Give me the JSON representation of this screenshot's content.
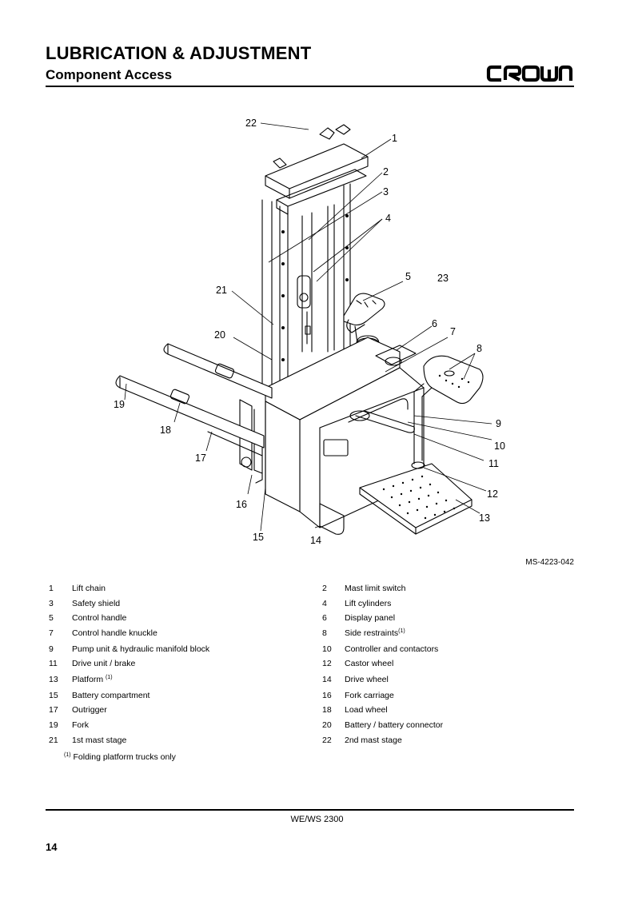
{
  "header": {
    "title": "LUBRICATION & ADJUSTMENT",
    "subtitle": "Component Access",
    "logo_text": "CROWN"
  },
  "figure": {
    "callouts": [
      "1",
      "2",
      "3",
      "4",
      "5",
      "6",
      "7",
      "8",
      "9",
      "10",
      "11",
      "12",
      "13",
      "14",
      "15",
      "16",
      "17",
      "18",
      "19",
      "20",
      "21",
      "22",
      "23"
    ],
    "reference": "MS-4223-042"
  },
  "legend": {
    "left": [
      {
        "num": "1",
        "label": "Lift chain",
        "note": ""
      },
      {
        "num": "3",
        "label": "Safety shield",
        "note": ""
      },
      {
        "num": "5",
        "label": "Control handle",
        "note": ""
      },
      {
        "num": "7",
        "label": "Control handle knuckle",
        "note": ""
      },
      {
        "num": "9",
        "label": "Pump unit & hydraulic manifold block",
        "note": ""
      },
      {
        "num": "11",
        "label": "Drive unit / brake",
        "note": ""
      },
      {
        "num": "13",
        "label": "Platform",
        "note": "(1)"
      },
      {
        "num": "15",
        "label": "Battery compartment",
        "note": ""
      },
      {
        "num": "17",
        "label": "Outrigger",
        "note": ""
      },
      {
        "num": "19",
        "label": "Fork",
        "note": ""
      },
      {
        "num": "21",
        "label": "1st mast stage",
        "note": ""
      }
    ],
    "right": [
      {
        "num": "2",
        "label": "Mast limit switch",
        "note": ""
      },
      {
        "num": "4",
        "label": "Lift cylinders",
        "note": ""
      },
      {
        "num": "6",
        "label": "Display panel",
        "note": ""
      },
      {
        "num": "8",
        "label": "Side restraints",
        "note": "(1)"
      },
      {
        "num": "10",
        "label": "Controller and contactors",
        "note": ""
      },
      {
        "num": "12",
        "label": "Castor wheel",
        "note": ""
      },
      {
        "num": "14",
        "label": "Drive wheel",
        "note": ""
      },
      {
        "num": "16",
        "label": "Fork carriage",
        "note": ""
      },
      {
        "num": "18",
        "label": "Load wheel",
        "note": ""
      },
      {
        "num": "20",
        "label": "Battery / battery connector",
        "note": ""
      },
      {
        "num": "22",
        "label": "2nd mast stage",
        "note": ""
      }
    ],
    "footnote_marker": "(1)",
    "footnote_text": "Folding platform trucks only"
  },
  "footer": {
    "model": "WE/WS 2300",
    "page": "14"
  }
}
